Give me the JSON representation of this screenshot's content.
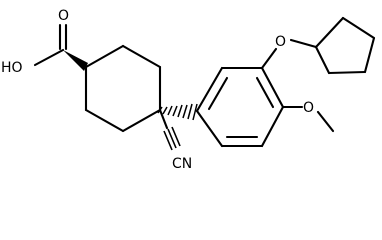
{
  "molecule": {
    "atom_labels": {
      "hydroxyl": "HO",
      "carbonyl_oxygen": "O",
      "ether_oxygen_cyclopentyl": "O",
      "ether_oxygen_methyl": "O",
      "nitrile": "CN"
    }
  }
}
